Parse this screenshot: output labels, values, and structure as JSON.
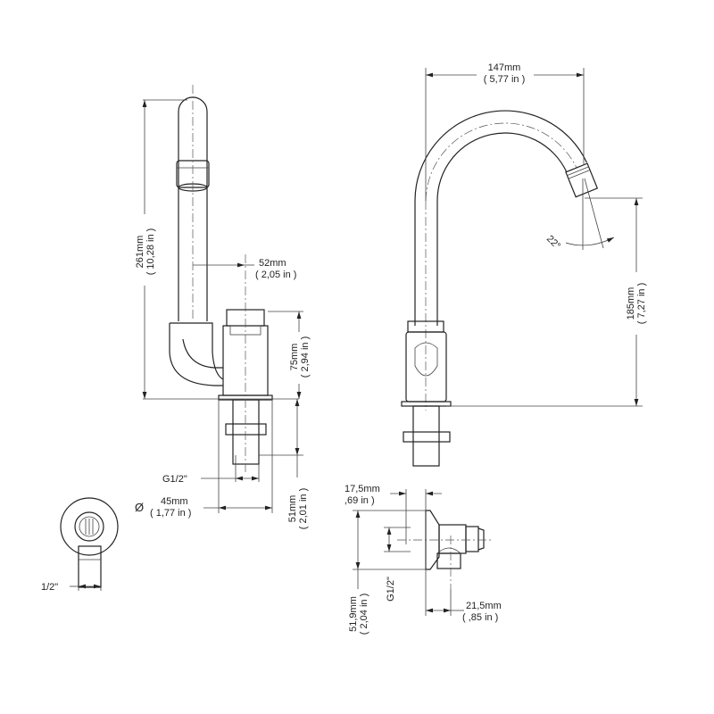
{
  "side_view": {
    "height": "261mm",
    "height_in": "( 10,28 in )",
    "offset": "52mm",
    "offset_in": "( 2,05 in )",
    "body_height": "75mm",
    "body_height_in": "( 2,94 in )",
    "shank_length": "51mm",
    "shank_length_in": "( 2,01 in )",
    "thread": "G1/2\"",
    "diameter_symbol": "Ø",
    "diameter": "45mm",
    "diameter_in": "( 1,77 in )"
  },
  "front_view": {
    "reach": "147mm",
    "reach_in": "( 5,77 in )",
    "spout_height": "185mm",
    "spout_height_in": "( 7,27 in )",
    "angle": "22°"
  },
  "top_view": {
    "thread": "1/2\""
  },
  "valve_view": {
    "depth": "17,5mm",
    "depth_in": ",69 in )",
    "height": "51,9mm",
    "height_in": "( 2,04 in )",
    "thread": "G1/2\"",
    "outlet": "21,5mm",
    "outlet_in": "( ,85 in )"
  }
}
